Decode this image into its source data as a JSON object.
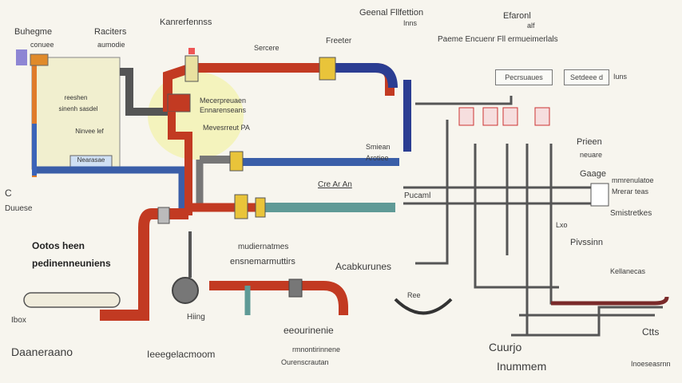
{
  "diagram": {
    "labels": {
      "top_left_a": "Buhegme",
      "top_left_a2": "conuee",
      "top_left_b": "Raciters",
      "top_left_b2": "aumodie",
      "top_center": "Kanrerfennss",
      "top_red_pipe": "Sercere",
      "top_right_a": "Geenal Fllfettion",
      "top_right_a2": "Inns",
      "top_right_b": "Efaronl",
      "top_right_b2": "alf",
      "top_right_c": "Paeme Encuenr Fll ermueimerlals",
      "freeter": "Freeter",
      "tank_text1": "reeshen",
      "tank_text2": "sinenh sasdel",
      "tank_text3": "Ninvee lef",
      "tank_text4": "Nearasae",
      "valve_text1": "Mecerpreuaen",
      "valve_text2": "Ennarenseans",
      "valve_text3": "Mevesrreut PA",
      "blue_right1": "Smiean",
      "blue_right2": "Arotiee",
      "box_mid": "Pecrsuaues",
      "box_right": "Setdeee d",
      "box_right_out": "Iuns",
      "left_small1": "C",
      "left_small2": "Duuese",
      "teal_label": "Cre Ar An",
      "pacaml": "Pucaml",
      "prieen": "Prieen",
      "prieen2": "neuare",
      "gaage": "Gaage",
      "gaage2": "mmrenulatoe",
      "gaage3": "Mrerar teas",
      "smtn": "Smistretkes",
      "pivssin": "Pivssinn",
      "lx": "Lxo",
      "kellaaa": "Kellanecas",
      "ootos1": "Ootos heen",
      "ootos2": "pedinenneuniens",
      "modus1": "mudiernatmes",
      "modus2": "ensnemarmuttirs",
      "acab": "Acabkurunes",
      "heng": "Hiing",
      "eccb": "eeourinenie",
      "rnn1": "rmnontirinnene",
      "rnn2": "Ourenscrautan",
      "lxr": "Ieeegelacmoom",
      "daan": "Daaneraano",
      "ibox": "Ibox",
      "ccngo": "Cuurjo",
      "inam": "Inummem",
      "ctt": "Ctts",
      "enter": "Inoeseasrnn",
      "mnn": "Ree"
    }
  }
}
